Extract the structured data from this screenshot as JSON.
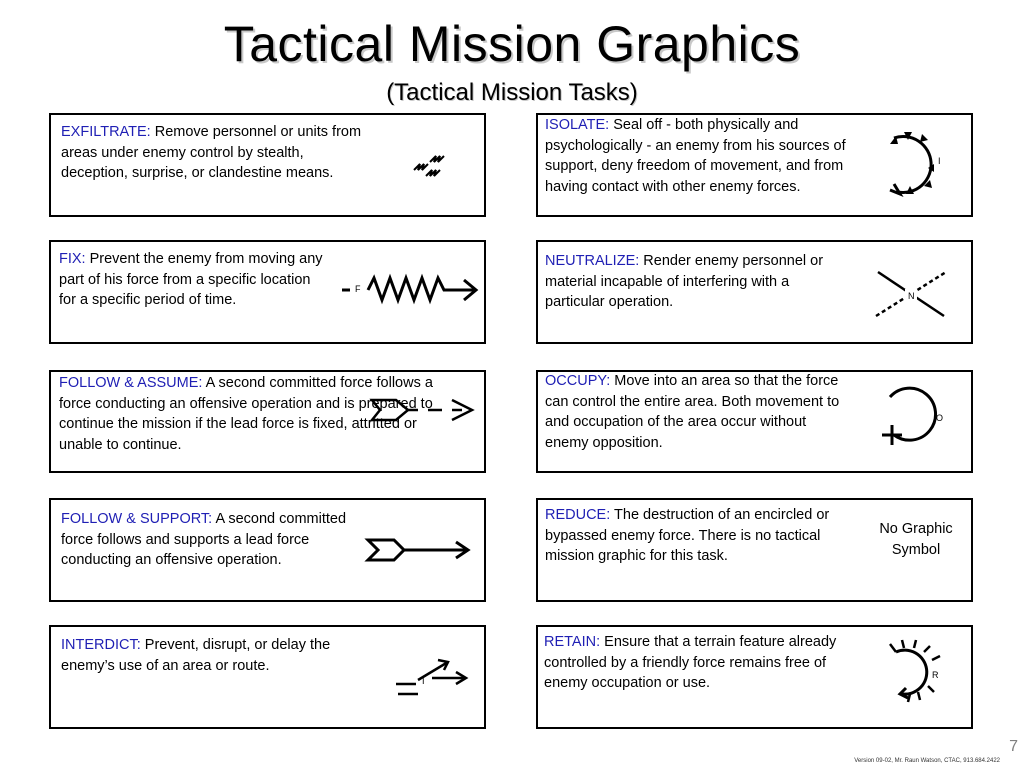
{
  "title": "Tactical Mission Graphics",
  "subtitle": "(Tactical Mission Tasks)",
  "cards": {
    "exfiltrate": {
      "term": "EXFILTRATE:",
      "desc": " Remove personnel or units from areas under enemy control by stealth, deception, surprise, or clandestine means."
    },
    "isolate": {
      "term": "ISOLATE:",
      "desc": " Seal off - both physically and psychologically - an enemy from his sources of support, deny freedom of movement, and from having contact with other enemy forces.",
      "symbol_letter": "I"
    },
    "fix": {
      "term": "FIX:",
      "desc": " Prevent the enemy from moving any part of his force from a specific location for a specific period of time.",
      "symbol_letter": "F"
    },
    "neutralize": {
      "term": "NEUTRALIZE:",
      "desc": " Render enemy personnel or material incapable of interfering with a particular operation.",
      "symbol_letter": "N"
    },
    "follow_assume": {
      "term": "FOLLOW & ASSUME:",
      "desc": " A second committed force follows a force conducting an offensive operation and is prepared to continue the mission if the lead force is fixed, attritted or unable to continue."
    },
    "occupy": {
      "term": "OCCUPY:",
      "desc": " Move into an area so that the force can control the entire area. Both movement to and occupation of the area occur without enemy opposition.",
      "symbol_letter": "O"
    },
    "follow_support": {
      "term": "FOLLOW & SUPPORT:",
      "desc": " A second committed force follows and supports a lead force conducting an offensive operation."
    },
    "reduce": {
      "term": "REDUCE:",
      "desc": " The destruction of an encircled or bypassed enemy force. There is no tactical mission graphic for this task.",
      "no_graphic": "No Graphic Symbol"
    },
    "interdict": {
      "term": "INTERDICT:",
      "desc": " Prevent, disrupt, or delay the enemy’s use of an area or route.",
      "symbol_letter": "I"
    },
    "retain": {
      "term": "RETAIN:",
      "desc": " Ensure that a terrain feature already controlled by a friendly force remains free of enemy occupation or use.",
      "symbol_letter": "R"
    }
  },
  "page_number": "7",
  "version_note": "Version 09-02, Mr. Raun Watson, CTAC, 913.684.2422",
  "colors": {
    "term": "#1f1fb4",
    "border": "#000000",
    "page_number": "#808080"
  }
}
